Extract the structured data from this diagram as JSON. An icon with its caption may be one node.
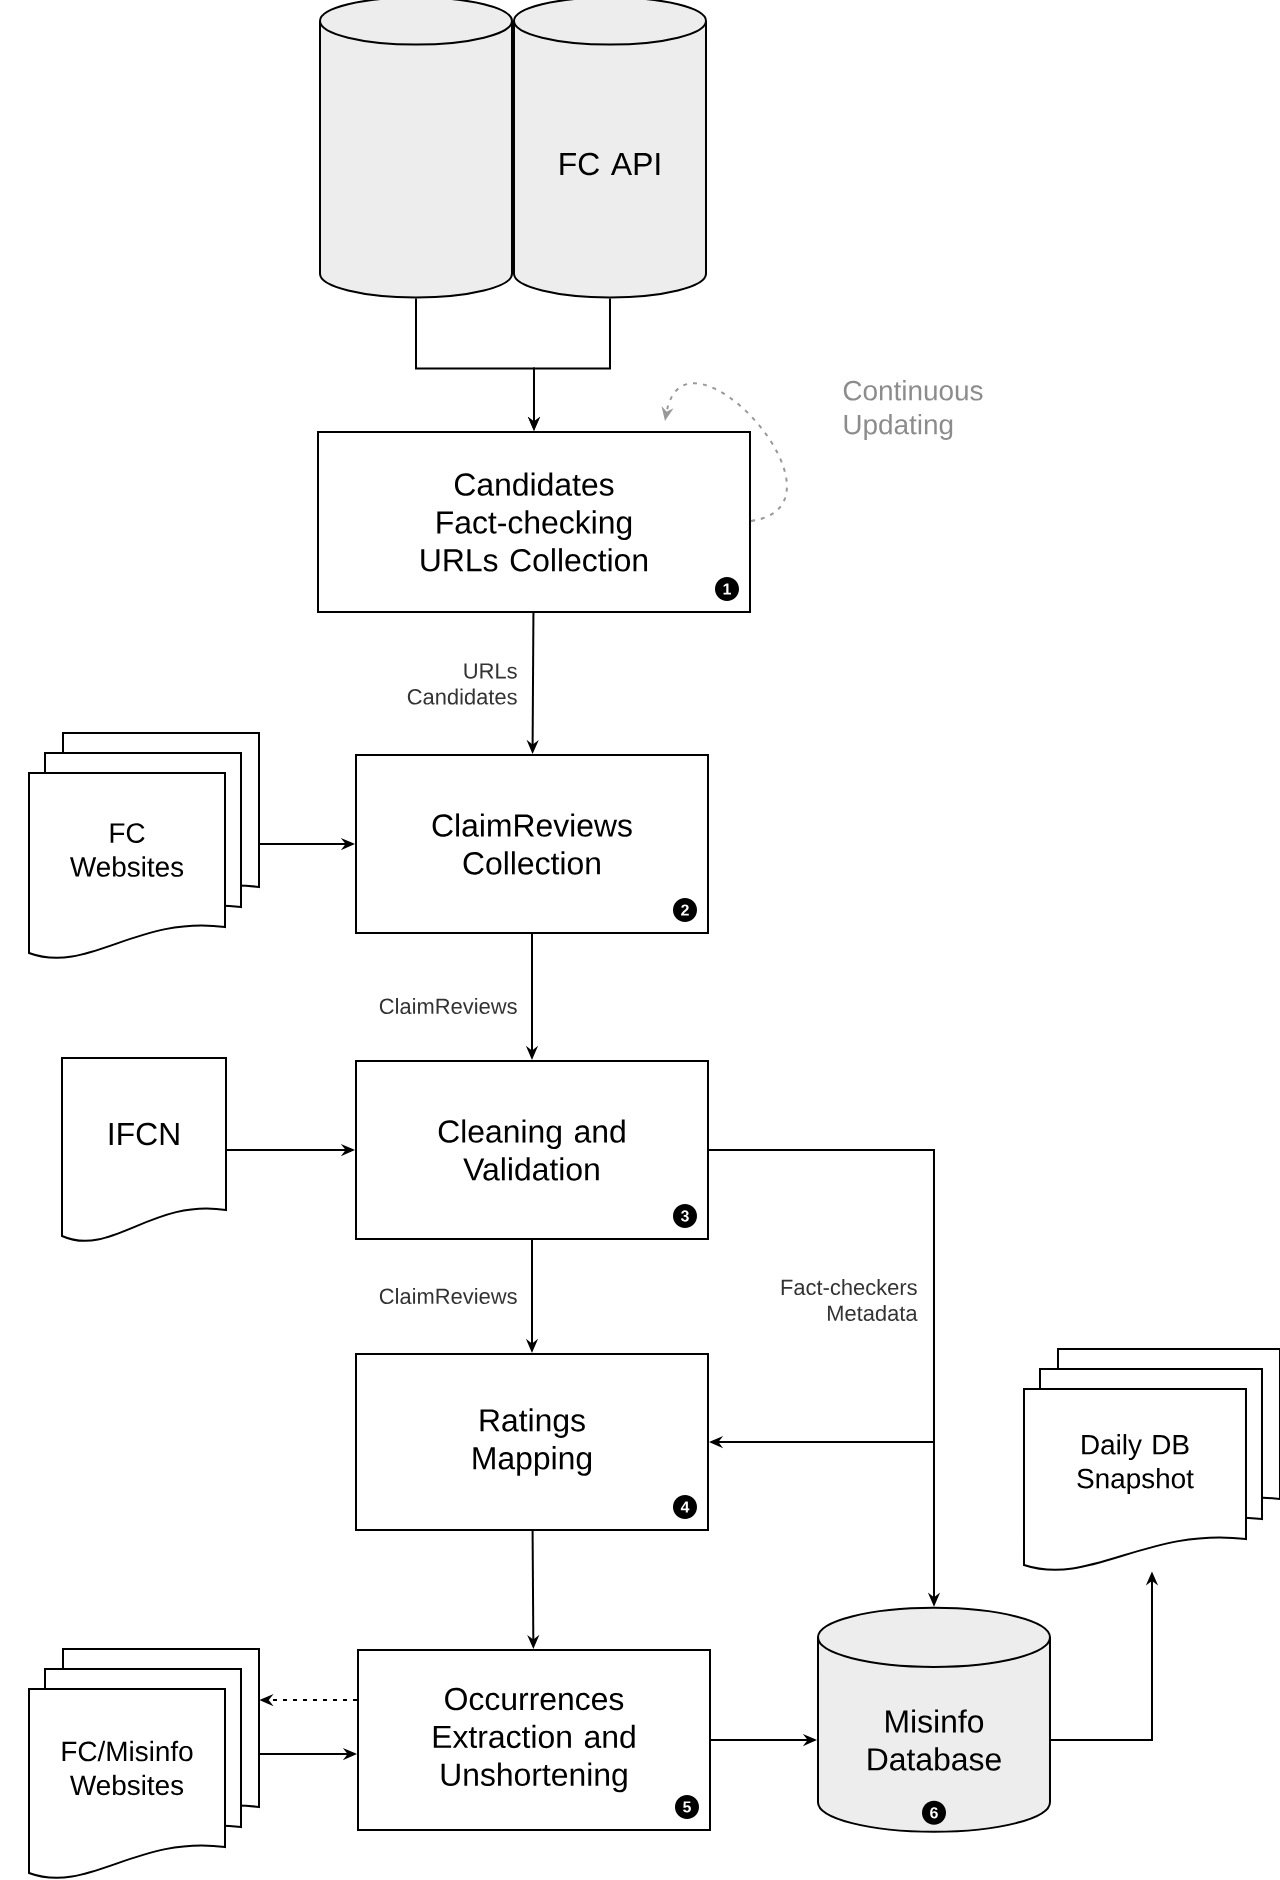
{
  "diagram": {
    "nodes": [
      {
        "text": [],
        "shape": "cylinder"
      },
      {
        "text": [
          "FC API"
        ]
      },
      {
        "text": [
          "Candidates Fact-checking URLs Collection"
        ]
      },
      {
        "text": [
          "FC Websites"
        ]
      },
      {
        "text": [
          "ClaimReviews Collection"
        ]
      },
      {
        "text": [
          "IFCN"
        ]
      },
      {
        "text": [
          "Cleaning and Validation"
        ]
      },
      {
        "text": [
          "Ratings Mapping"
        ]
      },
      {
        "text": [
          "FC/Misinfo Websites"
        ]
      },
      {
        "text": [
          "Occurrences Extraction and Unshortening"
        ]
      },
      {
        "text": [
          "Misinfo Database"
        ]
      },
      {
        "text": [
          "Daily DB Snapshot"
        ]
      }
    ],
    "edges": [
      {
        "from": 0,
        "to": 2,
        "arrow": "to"
      },
      {
        "from": 1,
        "to": 2,
        "arrow": "to"
      },
      {
        "from": 2,
        "to": 2,
        "arrow": "to",
        "style": "dashed",
        "color": "#999999",
        "label": "Continuous Updating"
      },
      {
        "from": 2,
        "to": 4,
        "arrow": "to",
        "label": "URLs Candidates"
      },
      {
        "from": 3,
        "to": 4,
        "arrow": "to"
      },
      {
        "from": 4,
        "to": 6,
        "arrow": "to",
        "label": "ClaimReviews"
      },
      {
        "from": 5,
        "to": 6,
        "arrow": "to"
      },
      {
        "from": 6,
        "to": 7,
        "arrow": "to",
        "label": "ClaimReviews"
      },
      {
        "from": 6,
        "to": 7,
        "arrow": "to"
      },
      {
        "from": 6,
        "to": 10,
        "arrow": "to",
        "label": "Fact-checkers Metadata"
      },
      {
        "from": 7,
        "to": 9,
        "arrow": "to"
      },
      {
        "from": 9,
        "to": 8,
        "arrow": "to",
        "style": "dashed"
      },
      {
        "from": 8,
        "to": 9,
        "arrow": "to"
      },
      {
        "from": 9,
        "to": 10,
        "arrow": "to"
      },
      {
        "from": 10,
        "to": 11,
        "arrow": "to"
      }
    ],
    "labels": [
      "1",
      "2",
      "3",
      "4",
      "5",
      "6"
    ]
  }
}
